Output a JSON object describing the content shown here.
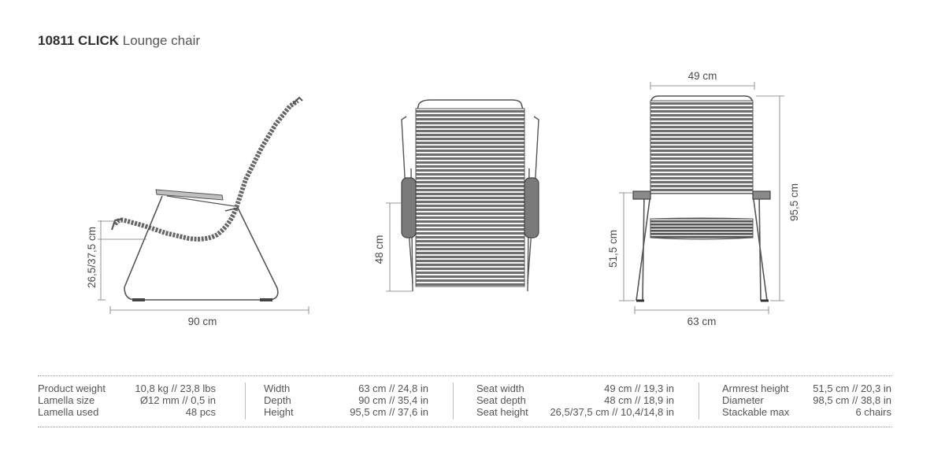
{
  "header": {
    "code": "10811 CLICK",
    "name": "Lounge chair"
  },
  "dimensions": {
    "side_width": "90 cm",
    "side_seat_height": "26,5/37,5 cm",
    "front_seat_depth": "48 cm",
    "back_seat_width": "49 cm",
    "back_height": "95,5 cm",
    "back_armrest_height": "51,5 cm",
    "back_width": "63 cm"
  },
  "specs": [
    {
      "rows": [
        {
          "label": "Product weight",
          "value": "10,8 kg // 23,8 lbs"
        },
        {
          "label": "Lamella size",
          "value": "Ø12 mm // 0,5 in"
        },
        {
          "label": "Lamella used",
          "value": "48 pcs"
        }
      ]
    },
    {
      "rows": [
        {
          "label": "Width",
          "value": "63 cm // 24,8 in"
        },
        {
          "label": "Depth",
          "value": "90 cm // 35,4 in"
        },
        {
          "label": "Height",
          "value": "95,5 cm // 37,6 in"
        }
      ]
    },
    {
      "rows": [
        {
          "label": "Seat width",
          "value": "49 cm // 19,3 in"
        },
        {
          "label": "Seat depth",
          "value": "48 cm // 18,9 in"
        },
        {
          "label": "Seat height",
          "value": "26,5/37,5 cm // 10,4/14,8 in"
        }
      ]
    },
    {
      "rows": [
        {
          "label": "Armrest height",
          "value": "51,5 cm // 20,3 in"
        },
        {
          "label": "Diameter",
          "value": "98,5 cm // 38,8 in"
        },
        {
          "label": "Stackable max",
          "value": "6 chairs"
        }
      ]
    }
  ]
}
